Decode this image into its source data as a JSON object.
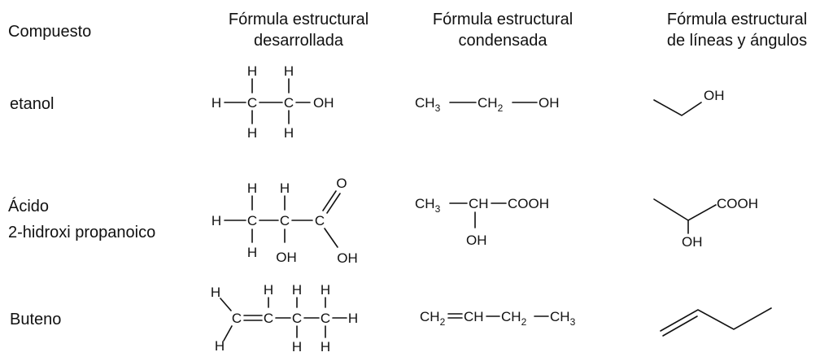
{
  "headers": {
    "compound": "Compuesto",
    "expanded": [
      "Fórmula estructural",
      "desarrollada"
    ],
    "condensed": [
      "Fórmula estructural",
      "condensada"
    ],
    "skeletal": [
      "Fórmula estructural",
      "de líneas y ángulos"
    ]
  },
  "compounds": [
    {
      "name_lines": [
        "etanol"
      ]
    },
    {
      "name_lines": [
        "Ácido",
        "2-hidroxi propanoico"
      ]
    },
    {
      "name_lines": [
        "Buteno"
      ]
    }
  ],
  "atoms": {
    "H": "H",
    "C": "C",
    "O": "O",
    "OH": "OH"
  },
  "condensed": {
    "etanol": {
      "ch3": "CH",
      "ch3_sub": "3",
      "ch2": "CH",
      "ch2_sub": "2",
      "oh": "OH"
    },
    "acido": {
      "ch3": "CH",
      "ch3_sub": "3",
      "ch": "CH",
      "cooh": "COOH",
      "oh": "OH"
    },
    "buteno": {
      "ch2": "CH",
      "ch2_sub": "2",
      "ch": "CH",
      "ch2b": "CH",
      "ch2b_sub": "2",
      "ch3": "CH",
      "ch3_sub": "3"
    }
  },
  "skeletal": {
    "etanol": {
      "oh": "OH"
    },
    "acido": {
      "cooh": "COOH",
      "oh": "OH"
    }
  }
}
